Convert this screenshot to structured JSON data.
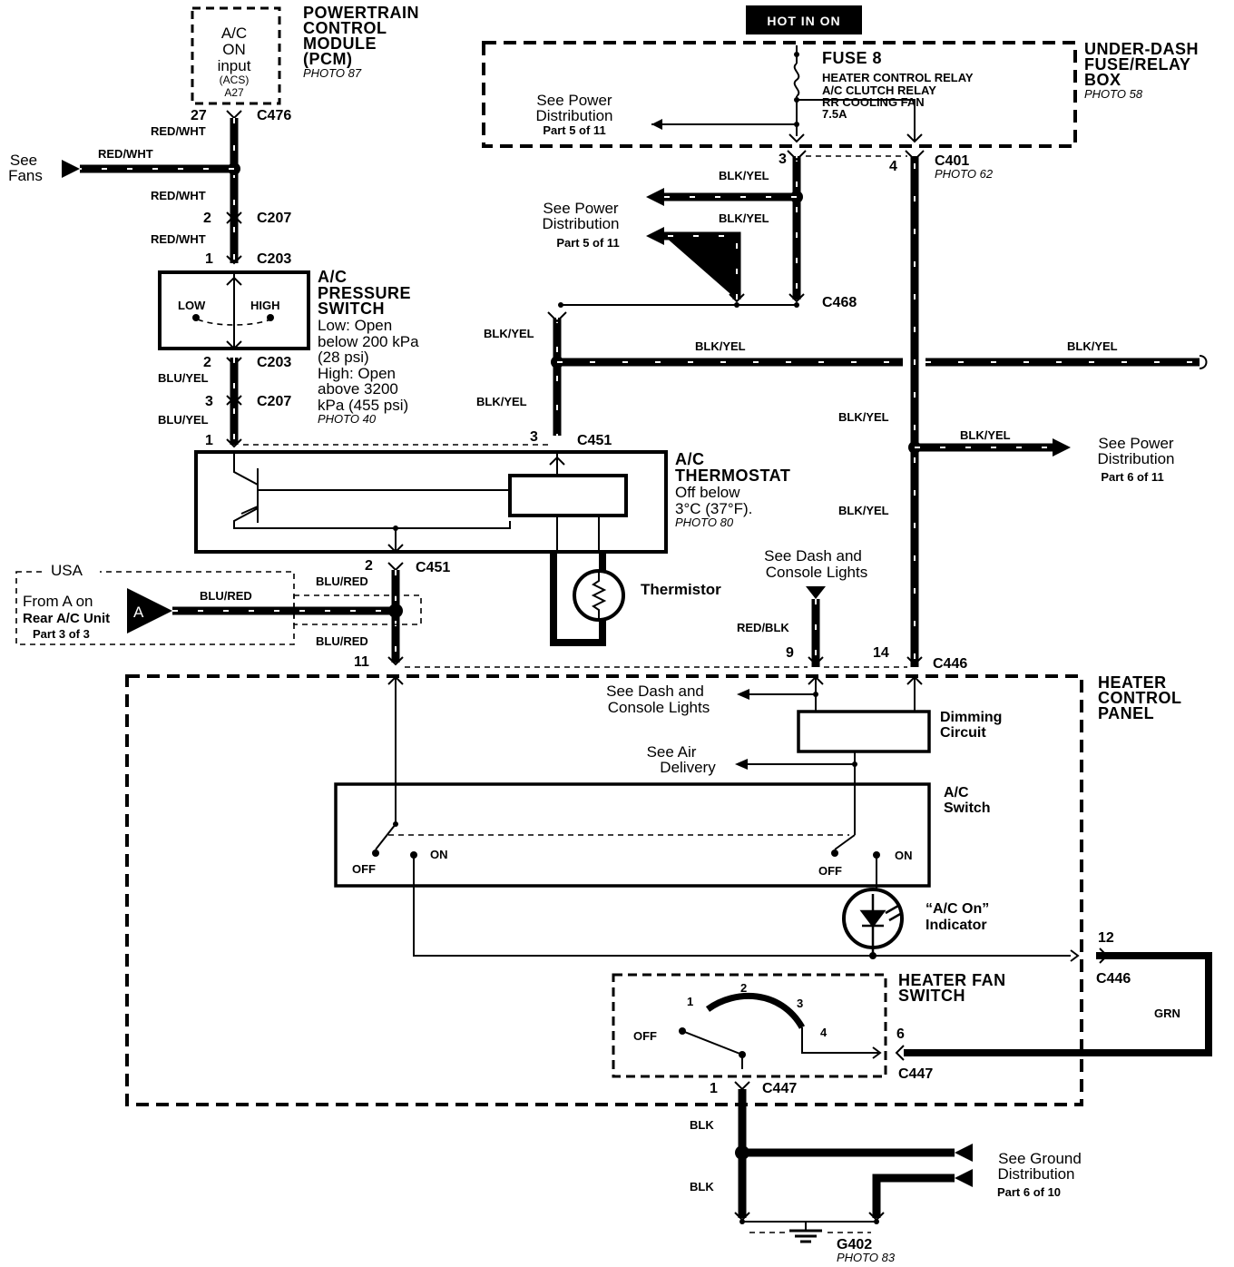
{
  "badge": "HOT IN ON",
  "pcm": {
    "title": [
      "POWERTRAIN",
      "CONTROL",
      "MODULE",
      "(PCM)"
    ],
    "photo": "PHOTO 87",
    "input": [
      "A/C",
      "ON",
      "input",
      "(ACS)",
      "A27"
    ]
  },
  "fuse_box": {
    "title": [
      "UNDER-DASH",
      "FUSE/RELAY",
      "BOX"
    ],
    "photo": "PHOTO 58",
    "fuse": "FUSE 8",
    "fuse_desc": [
      "HEATER CONTROL RELAY",
      "A/C CLUTCH RELAY",
      "RR COOLING FAN",
      "7.5A"
    ]
  },
  "refs": {
    "see_fans": [
      "See",
      "Fans"
    ],
    "power_dist_5a": [
      "See Power",
      "Distribution",
      "Part 5 of 11"
    ],
    "power_dist_5b": [
      "See Power",
      "Distribution",
      "Part 5 of 11"
    ],
    "power_dist_6": [
      "See Power",
      "Distribution",
      "Part 6 of 11"
    ],
    "dash_lights_top": [
      "See Dash and",
      "Console Lights"
    ],
    "dash_lights_panel": [
      "See Dash and",
      "Console Lights"
    ],
    "air_delivery": [
      "See Air",
      "Delivery"
    ],
    "ground_dist": [
      "See Ground",
      "Distribution",
      "Part 6 of 10"
    ],
    "usa": "USA",
    "rear_ac": [
      "From A on",
      "Rear A/C Unit",
      "Part 3 of 3"
    ],
    "connector_a": "A"
  },
  "pressure_switch": {
    "title": [
      "A/C",
      "PRESSURE",
      "SWITCH"
    ],
    "desc": [
      "Low: Open",
      "below 200 kPa",
      "(28 psi)",
      "High: Open",
      "above 3200",
      "kPa (455 psi)"
    ],
    "photo": "PHOTO 40",
    "low": "LOW",
    "high": "HIGH"
  },
  "thermostat": {
    "title": [
      "A/C",
      "THERMOSTAT"
    ],
    "desc": [
      "Off below",
      "3°C (37°F)."
    ],
    "photo": "PHOTO 80",
    "thermistor": "Thermistor"
  },
  "c401_photo": "PHOTO 62",
  "heater_panel": {
    "title": [
      "HEATER",
      "CONTROL",
      "PANEL"
    ],
    "dimming": [
      "Dimming",
      "Circuit"
    ],
    "ac_switch": [
      "A/C",
      "Switch"
    ],
    "indicator": [
      "“A/C On”",
      "Indicator"
    ],
    "off": "OFF",
    "on": "ON"
  },
  "fan_switch": {
    "title": [
      "HEATER FAN",
      "SWITCH"
    ],
    "off": "OFF",
    "positions": [
      "1",
      "2",
      "3",
      "4"
    ]
  },
  "ground": {
    "name": "G402",
    "photo": "PHOTO 83"
  },
  "connectors": {
    "c476": "C476",
    "c207": "C207",
    "c203": "C203",
    "c451": "C451",
    "c401": "C401",
    "c468": "C468",
    "c446": "C446",
    "c447": "C447"
  },
  "pins": {
    "p27": "27",
    "p2": "2",
    "p1": "1",
    "p3": "3",
    "p4": "4",
    "p9": "9",
    "p11": "11",
    "p12": "12",
    "p14": "14",
    "p6": "6"
  },
  "wires": {
    "red_wht": "RED/WHT",
    "blu_yel": "BLU/YEL",
    "blu_red": "BLU/RED",
    "blk_yel": "BLK/YEL",
    "red_blk": "RED/BLK",
    "blk": "BLK",
    "grn": "GRN"
  }
}
